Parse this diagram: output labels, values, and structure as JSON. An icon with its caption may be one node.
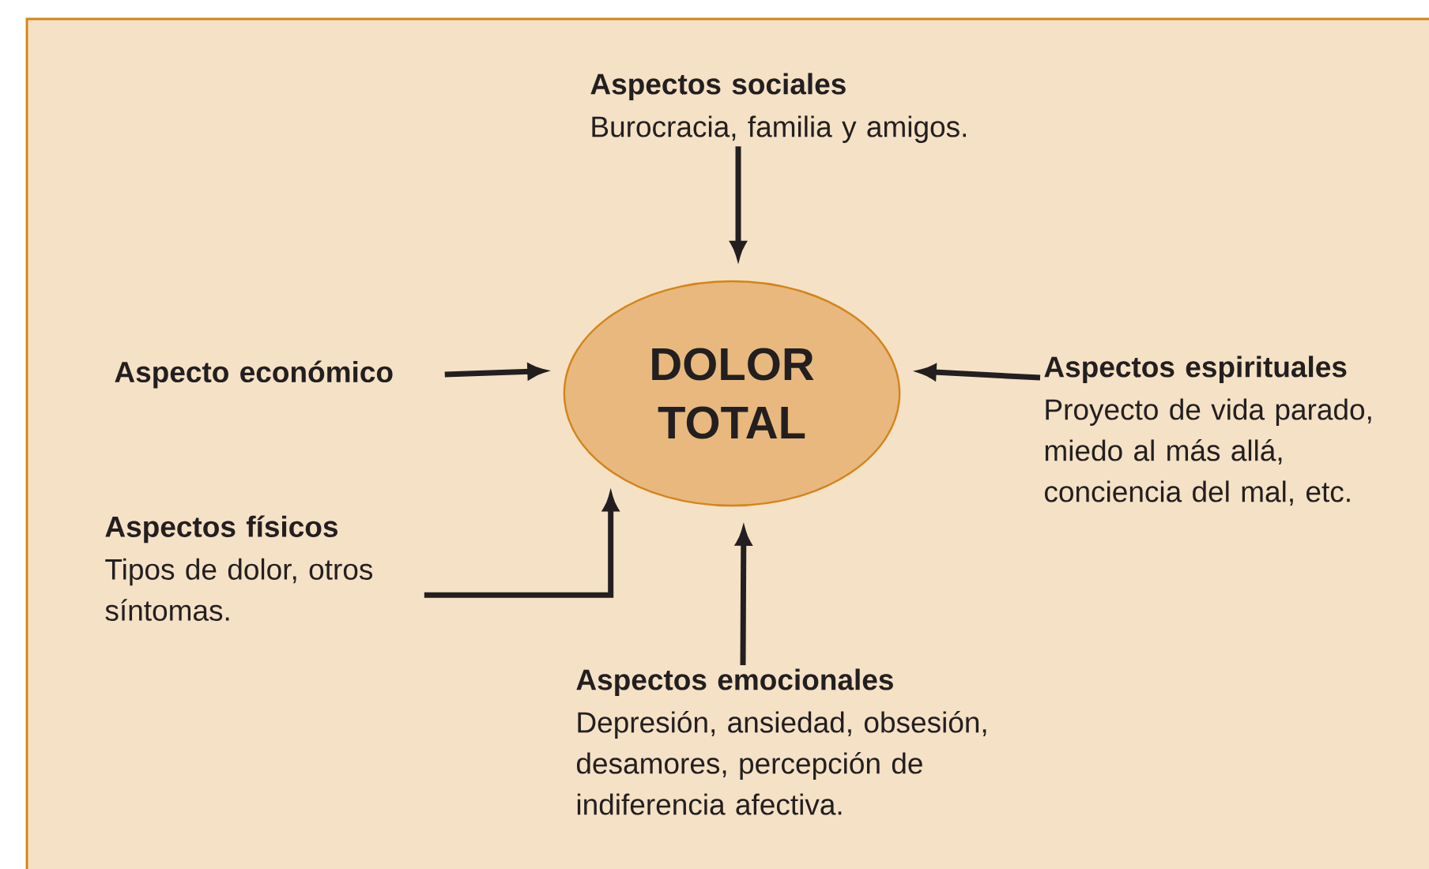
{
  "diagram": {
    "nodes": [
      {
        "text": [
          "Aspectos sociales",
          "Burocracia, familia y amigos."
        ]
      },
      {
        "text": [
          "Aspecto económico"
        ]
      },
      {
        "text": [
          "DOLOR TOTAL"
        ]
      },
      {
        "text": [
          "Aspectos espirituales",
          "Proyecto de vida parado, miedo al más allá, conciencia del mal, etc."
        ]
      },
      {
        "text": [
          "Aspectos físicos",
          "Tipos de dolor, otros síntomas."
        ]
      },
      {
        "text": [
          "Aspectos emocionales",
          "Depresión, ansiedad, obsesión, desamores, percepción de indiferencia afectiva."
        ]
      }
    ],
    "edges": [
      {
        "from": 0,
        "to": 2,
        "arrow": "to"
      },
      {
        "from": 1,
        "to": 2,
        "arrow": "to"
      },
      {
        "from": 3,
        "to": 2,
        "arrow": "to"
      },
      {
        "from": 4,
        "to": 2,
        "arrow": "to"
      },
      {
        "from": 5,
        "to": 2,
        "arrow": "to"
      }
    ]
  }
}
